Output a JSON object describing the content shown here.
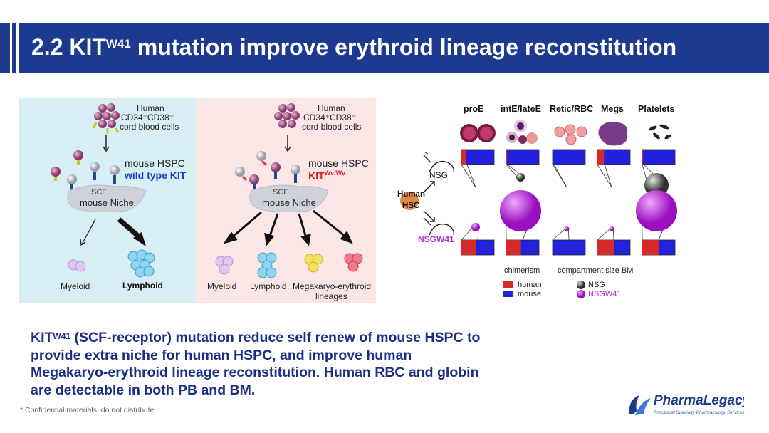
{
  "header": {
    "title_prefix": "2.2 KIT",
    "title_sup": "W41",
    "title_suffix": " mutation improve erythroid lineage reconstitution"
  },
  "left_panel": {
    "source_line1": "Human",
    "source_line2": "CD34⁺CD38⁻",
    "source_line3": "cord blood cells",
    "hspc_label": "mouse HSPC",
    "kit_label": "wild type KIT",
    "scf_label": "SCF",
    "niche_label": "mouse Niche",
    "out_myeloid": "Myeloid",
    "out_lymphoid": "Lymphoid"
  },
  "right_panel": {
    "source_line1": "Human",
    "source_line2": "CD34⁺CD38⁻",
    "source_line3": "cord blood cells",
    "hspc_label": "mouse HSPC",
    "kit_label_main": "KIT",
    "kit_label_sup": "Wv/Wv",
    "scf_label": "SCF",
    "niche_label": "mouse Niche",
    "out_myeloid": "Myeloid",
    "out_lymphoid": "Lymphoid",
    "out_mega_line1": "Megakaryo-erythroid",
    "out_mega_line2": "lineages"
  },
  "chimerism_figure": {
    "columns": [
      "proE",
      "intE/lateE",
      "Retic/RBC",
      "Megs",
      "Platelets"
    ],
    "human_hsc_line1": "Human",
    "human_hsc_line2": "HSC",
    "strain_nsg": "NSG",
    "strain_nsgw41": "NSGW41",
    "legend_chimerism": "chimerism",
    "legend_compartment": "compartment size BM",
    "legend_human": "human",
    "legend_mouse": "mouse",
    "legend_nsg": "NSG",
    "legend_nsgw41": "NSGW41",
    "colors": {
      "human": "#d42a2a",
      "mouse": "#2222dd",
      "nsg": "#666666",
      "nsgw41": "#b130d4"
    },
    "nsg_human_fraction": [
      0.15,
      0.02,
      0.02,
      0.2,
      0.02
    ],
    "nsgw41_human_fraction": [
      0.45,
      0.45,
      0.0,
      0.5,
      0.5
    ],
    "nsg_sphere_size": [
      "none",
      "small",
      "none",
      "none",
      "medium"
    ],
    "nsgw41_sphere_size": [
      "small",
      "large",
      "tiny",
      "tiny",
      "large"
    ]
  },
  "body": {
    "kit": "KIT",
    "kit_sup": "W41",
    "text_rest": "  (SCF-receptor) mutation reduce self renew of mouse HSPC to provide extra niche for human HSPC, and improve human Megakaryo-erythroid lineage reconstitution. Human RBC and globin are detectable in both PB and BM."
  },
  "footer": {
    "note": "* Confidential materials, do not distribute."
  },
  "logo": {
    "name": "PharmaLegacy",
    "tagline": "Preclinical Specialty Pharmacology Services",
    "brand_color": "#1f3a8a"
  }
}
